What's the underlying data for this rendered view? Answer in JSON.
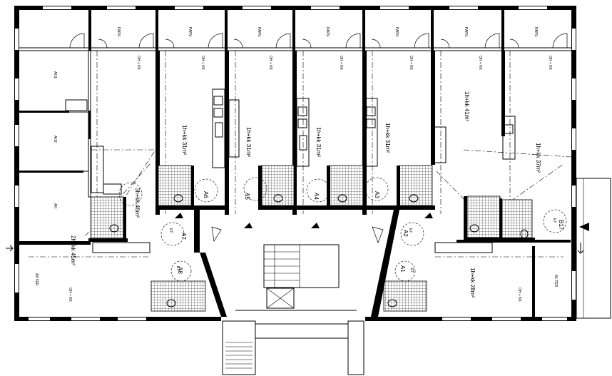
{
  "labels": {
    "parveke": "PARV.",
    "oh_kk": "OH + KK",
    "ah1": "AH1",
    "ah2": "AH2",
    "ah": "AH",
    "et": "ET",
    "unit_a1": "1h+kk 28m²",
    "unit_a2": "2h+kk 45m²",
    "unit_a3": "1h+kk 31m²",
    "unit_a4": "1h+kk 31m²",
    "unit_a5": "1h+kk 31m²",
    "unit_a6": "1h+kk 31m²",
    "unit_a7": "3h+kk 46m²",
    "unit_big1": "1h+kk 41m²",
    "unit_big2": "1h+kk 37m²",
    "a1_ter": "A1 TER",
    "a8_ter": "A8 TER",
    "tag_a1": "A1",
    "tag_a2": "A2",
    "tag_a3": "A3",
    "tag_a4": "A4",
    "tag_a5": "A5",
    "tag_a6": "A6",
    "tag_a7": "A7",
    "tag_a8": "A8",
    "tag_b17": "B17"
  }
}
